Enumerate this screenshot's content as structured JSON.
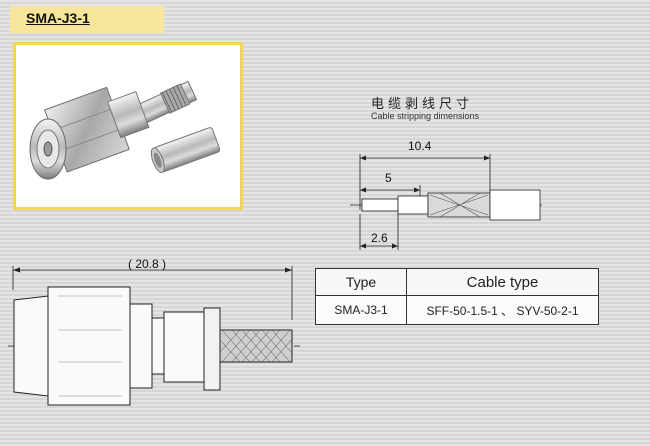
{
  "title": "SMA-J3-1",
  "stripping": {
    "title_cn": "电缆剥线尺寸",
    "title_en": "Cable stripping dimensions",
    "dim_total": "10.4",
    "dim_mid": "5",
    "dim_small": "2.6"
  },
  "overall_dim": "( 20.8 )",
  "spec_table": {
    "headers": [
      "Type",
      "Cable type"
    ],
    "rows": [
      [
        "SMA-J3-1",
        "SFF-50-1.5-1 、 SYV-50-2-1"
      ]
    ]
  },
  "colors": {
    "title_bg": "#f7e69a",
    "frame_border": "#f3d55a"
  }
}
